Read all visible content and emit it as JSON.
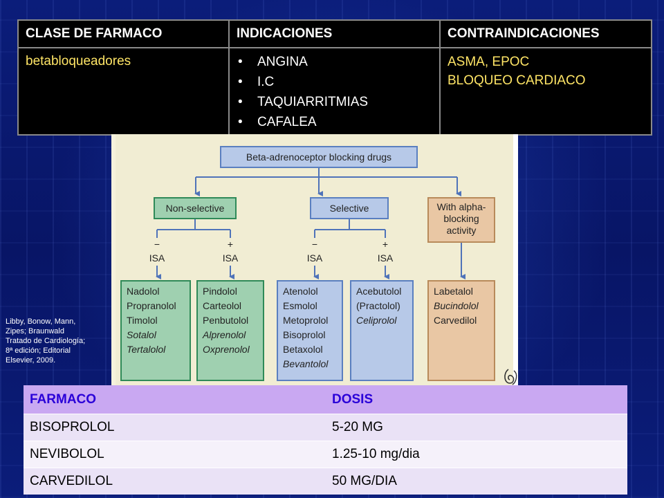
{
  "drug_table": {
    "headers": [
      "CLASE DE FARMACO",
      "INDICACIONES",
      "CONTRAINDICACIONES"
    ],
    "drug_class": "betabloqueadores",
    "indications": [
      "ANGINA",
      "I.C",
      "TAQUIARRITMIAS",
      "CAFALEA"
    ],
    "contraindications": [
      "ASMA, EPOC",
      "BLOQUEO CARDIACO"
    ],
    "bullet": "•"
  },
  "diagram": {
    "root": "Beta-adrenoceptor blocking drugs",
    "categories": {
      "nonselective": "Non-selective",
      "selective": "Selective",
      "alpha": [
        "With alpha-",
        "blocking",
        "activity"
      ]
    },
    "isa": {
      "minus": "−",
      "plus": "+",
      "label": "ISA"
    },
    "groups": {
      "nonsel_minus": [
        {
          "t": "Nadolol",
          "i": false
        },
        {
          "t": "Propranolol",
          "i": false
        },
        {
          "t": "Timolol",
          "i": false
        },
        {
          "t": "Sotalol",
          "i": true
        },
        {
          "t": "Tertalolol",
          "i": true
        }
      ],
      "nonsel_plus": [
        {
          "t": "Pindolol",
          "i": false
        },
        {
          "t": "Carteolol",
          "i": false
        },
        {
          "t": "Penbutolol",
          "i": false
        },
        {
          "t": "Alprenolol",
          "i": true
        },
        {
          "t": "Oxprenolol",
          "i": true
        }
      ],
      "sel_minus": [
        {
          "t": "Atenolol",
          "i": false
        },
        {
          "t": "Esmolol",
          "i": false
        },
        {
          "t": "Metoprolol",
          "i": false
        },
        {
          "t": "Bisoprolol",
          "i": false
        },
        {
          "t": "Betaxolol",
          "i": false
        },
        {
          "t": "Bevantolol",
          "i": true
        }
      ],
      "sel_plus": [
        {
          "t": "Acebutolol",
          "i": false
        },
        {
          "t": "(Practolol)",
          "i": false
        },
        {
          "t": "Celiprolol",
          "i": true
        }
      ],
      "alpha": [
        {
          "t": "Labetalol",
          "i": false
        },
        {
          "t": "Bucindolol",
          "i": true
        },
        {
          "t": "Carvedilol",
          "i": false
        }
      ]
    },
    "colors": {
      "blue_fill": "#b7c9e8",
      "blue_stroke": "#5a7fc0",
      "green_fill": "#9fd0b0",
      "green_stroke": "#2f8a58",
      "tan_fill": "#e9c7a4",
      "tan_stroke": "#b88a5a",
      "arrow": "#4f73b9"
    }
  },
  "citation": [
    "Libby, Bonow, Mann,",
    "Zipes; Braunwald",
    "Tratado de Cardiología;",
    "8ª edición; Editorial",
    "Elsevier, 2009."
  ],
  "dose_table": {
    "headers": [
      "FARMACO",
      "DOSIS"
    ],
    "rows": [
      [
        "BISOPROLOL",
        "5-20 MG"
      ],
      [
        "NEVIBOLOL",
        "1.25-10 mg/dia"
      ],
      [
        "CARVEDILOL",
        "50 MG/DIA"
      ]
    ]
  }
}
